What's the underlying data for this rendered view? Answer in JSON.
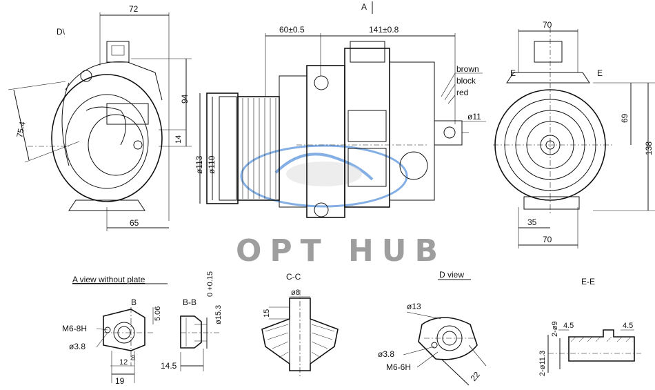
{
  "views": {
    "view_d_label": "D\\",
    "view_a_label": "A",
    "d_view": {
      "dim_top": "72",
      "dim_angle": "75.4",
      "dim_right": "94",
      "dim_small": "14",
      "dim_bottom": "65"
    },
    "a_view": {
      "dim_left": "60±0.5",
      "dim_right": "141±0.8",
      "dim_diam1": "ø113",
      "dim_diam2": "ø110",
      "dim_port": "ø11",
      "wire_colors": [
        "brown",
        "block",
        "red"
      ]
    },
    "e_view": {
      "section_left": "E",
      "section_right": "E",
      "dim_top": "70",
      "dim_right1": "69",
      "dim_right2": "138",
      "dim_bottom1": "35",
      "dim_bottom2": "70"
    }
  },
  "details": {
    "a_view_without_plate": {
      "title": "A view without plate",
      "label_b": "B",
      "dim_506": "5.06",
      "thread": "M6-8H",
      "hole": "ø3.8",
      "dim_12": "12",
      "dim_8": "8",
      "dim_19": "19"
    },
    "bb": {
      "title": "B-B",
      "dim_15": "ø15.3",
      "tol": "0\n+0.15",
      "dim_145": "14.5"
    },
    "cc": {
      "title": "C-C",
      "dim_top": "ø8",
      "dim_side": "15"
    },
    "d_view": {
      "title": "D view",
      "dim_13": "ø13",
      "hole": "ø3.8",
      "thread": "M6-6H",
      "dim_22": "22"
    },
    "ee": {
      "title": "E-E",
      "dim_45a": "4.5",
      "dim_45b": "4.5",
      "dim_9": "2-ø9",
      "dim_113": "2-ø11.3"
    }
  },
  "watermark": "OPT HUB",
  "colors": {
    "ink": "#111111",
    "watermark": "#9e9e9e",
    "watermark_blue": "#1f6fd1"
  }
}
